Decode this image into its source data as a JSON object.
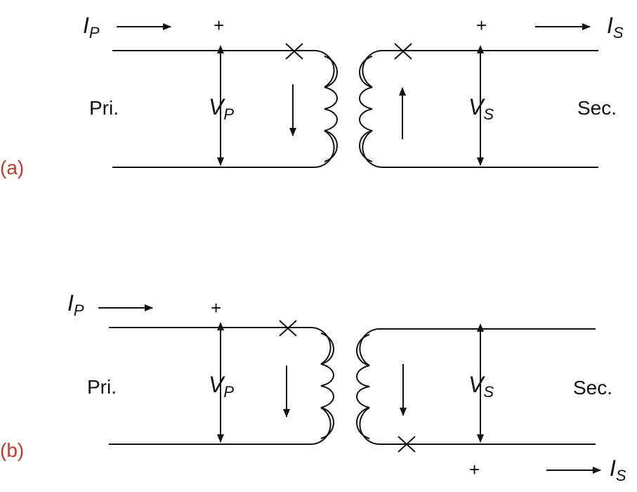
{
  "labels": {
    "primary_side": "Pri.",
    "secondary_side": "Sec.",
    "plus": "+",
    "current_main": "I",
    "voltage_main": "V",
    "sub_p": "P",
    "sub_s": "S"
  },
  "panels": [
    {
      "tag": "(a)"
    },
    {
      "tag": "(b)"
    }
  ],
  "colors": {
    "line": "#111111",
    "panel_tag": "#c0392b",
    "background": "#ffffff"
  }
}
